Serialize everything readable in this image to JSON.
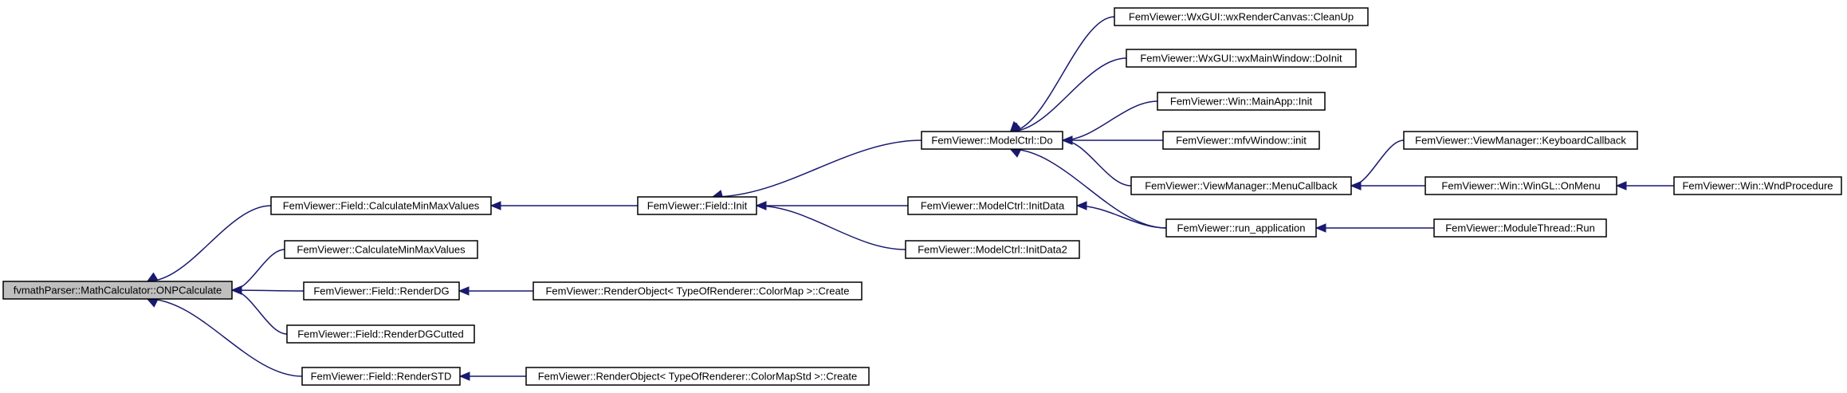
{
  "nodes": [
    {
      "id": "onp",
      "label": "fvmathParser::MathCalculator::ONPCalculate",
      "highlighted": true
    },
    {
      "id": "field_cmm",
      "label": "FemViewer::Field::CalculateMinMaxValues"
    },
    {
      "id": "cmm",
      "label": "FemViewer::CalculateMinMaxValues"
    },
    {
      "id": "renderdg",
      "label": "FemViewer::Field::RenderDG"
    },
    {
      "id": "renderdgcut",
      "label": "FemViewer::Field::RenderDGCutted"
    },
    {
      "id": "renderstd",
      "label": "FemViewer::Field::RenderSTD"
    },
    {
      "id": "field_init",
      "label": "FemViewer::Field::Init"
    },
    {
      "id": "ro_colormap",
      "label": "FemViewer::RenderObject< TypeOfRenderer::ColorMap >::Create"
    },
    {
      "id": "ro_colormapstd",
      "label": "FemViewer::RenderObject< TypeOfRenderer::ColorMapStd >::Create"
    },
    {
      "id": "mc_do",
      "label": "FemViewer::ModelCtrl::Do"
    },
    {
      "id": "mc_initdata",
      "label": "FemViewer::ModelCtrl::InitData"
    },
    {
      "id": "mc_initdata2",
      "label": "FemViewer::ModelCtrl::InitData2"
    },
    {
      "id": "cleanup",
      "label": "FemViewer::WxGUI::wxRenderCanvas::CleanUp"
    },
    {
      "id": "doinit",
      "label": "FemViewer::WxGUI::wxMainWindow::DoInit"
    },
    {
      "id": "mainapp_init",
      "label": "FemViewer::Win::MainApp::Init"
    },
    {
      "id": "mfv_init",
      "label": "FemViewer::mfvWindow::init"
    },
    {
      "id": "menucb",
      "label": "FemViewer::ViewManager::MenuCallback"
    },
    {
      "id": "run_app",
      "label": "FemViewer::run_application"
    },
    {
      "id": "keycb",
      "label": "FemViewer::ViewManager::KeyboardCallback"
    },
    {
      "id": "onmenu",
      "label": "FemViewer::Win::WinGL::OnMenu"
    },
    {
      "id": "modthread_run",
      "label": "FemViewer::ModuleThread::Run"
    },
    {
      "id": "wndproc",
      "label": "FemViewer::Win::WndProcedure"
    }
  ],
  "edges": [
    {
      "from": "field_cmm",
      "to": "onp"
    },
    {
      "from": "cmm",
      "to": "onp"
    },
    {
      "from": "renderdg",
      "to": "onp"
    },
    {
      "from": "renderdgcut",
      "to": "onp"
    },
    {
      "from": "renderstd",
      "to": "onp"
    },
    {
      "from": "field_init",
      "to": "field_cmm"
    },
    {
      "from": "ro_colormap",
      "to": "renderdg"
    },
    {
      "from": "ro_colormapstd",
      "to": "renderstd"
    },
    {
      "from": "mc_do",
      "to": "field_init"
    },
    {
      "from": "mc_initdata",
      "to": "field_init"
    },
    {
      "from": "mc_initdata2",
      "to": "field_init"
    },
    {
      "from": "cleanup",
      "to": "mc_do"
    },
    {
      "from": "doinit",
      "to": "mc_do"
    },
    {
      "from": "mainapp_init",
      "to": "mc_do"
    },
    {
      "from": "mfv_init",
      "to": "mc_do"
    },
    {
      "from": "menucb",
      "to": "mc_do"
    },
    {
      "from": "run_app",
      "to": "mc_do"
    },
    {
      "from": "run_app",
      "to": "mc_initdata"
    },
    {
      "from": "keycb",
      "to": "menucb"
    },
    {
      "from": "onmenu",
      "to": "menucb"
    },
    {
      "from": "modthread_run",
      "to": "run_app"
    },
    {
      "from": "wndproc",
      "to": "onmenu"
    }
  ],
  "colors": {
    "edge": "#191970",
    "node_border": "#000000",
    "node_fill": "#ffffff",
    "highlight_fill": "#bfbfbf"
  }
}
